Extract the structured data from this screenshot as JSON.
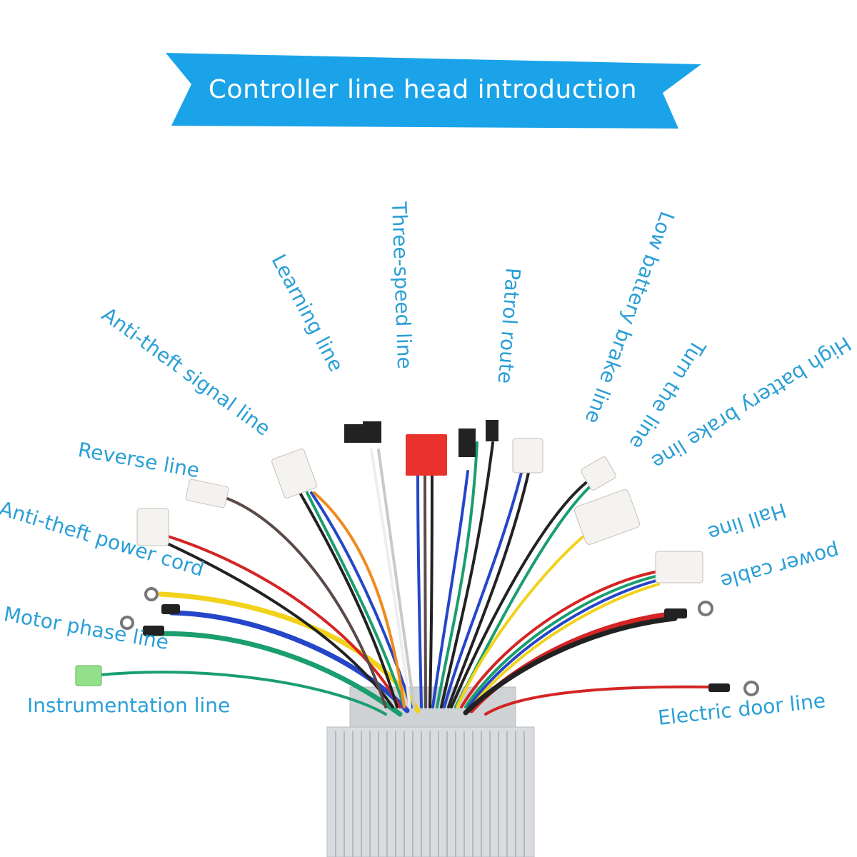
{
  "banner": {
    "title": "Controller line head introduction",
    "color": "#1aa3e8"
  },
  "label_color": "#2b9fd6",
  "labels": {
    "learning_line": "Learning line",
    "three_speed_line": "Three-speed line",
    "patrol_route": "Patrol route",
    "low_battery_brake_line": "Low battery brake line",
    "anti_theft_signal_line": "Anti-theft signal line",
    "turn_the_line": "Turn the line",
    "high_battery_brake_line": "High battery brake line",
    "reverse_line": "Reverse line",
    "anti_theft_power_cord": "Anti-theft power cord",
    "hall_line": "Hall line",
    "power_cable": "power cable",
    "motor_phase_line": "Motor phase line",
    "instrumentation_line": "Instrumentation line",
    "electric_door_line": "Electric door line"
  }
}
